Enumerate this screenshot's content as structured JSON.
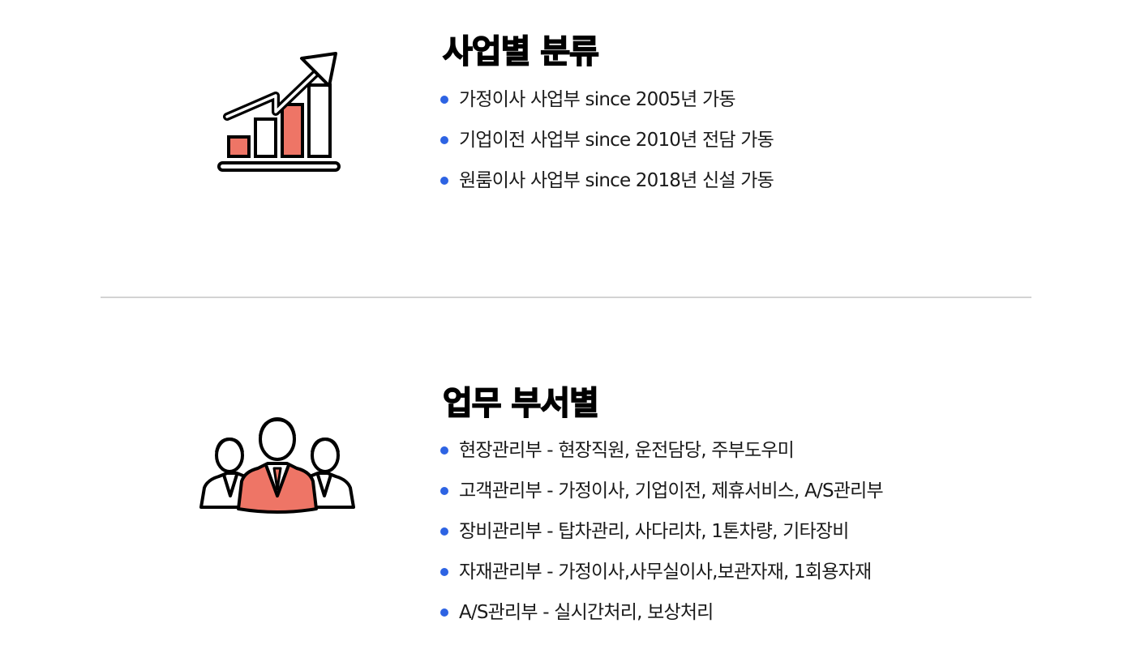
{
  "sections": [
    {
      "title": "사업별 분류",
      "icon": "growth-chart-icon",
      "items": [
        "가정이사 사업부 since 2005년 가동",
        "기업이전 사업부 since 2010년 전담 가동",
        "원룸이사 사업부 since 2018년 신설 가동"
      ]
    },
    {
      "title": "업무 부서별",
      "icon": "team-people-icon",
      "items": [
        "현장관리부 - 현장직원, 운전담당, 주부도우미",
        "고객관리부 - 가정이사, 기업이전, 제휴서비스, A/S관리부",
        "장비관리부 - 탑차관리, 사다리차, 1톤차량, 기타장비",
        "자재관리부 - 가정이사,사무실이사,보관자재, 1회용자재",
        "A/S관리부 - 실시간처리, 보상처리"
      ]
    }
  ],
  "colors": {
    "accent_fill": "#ee7566",
    "bullet": "#2d63e3",
    "divider": "#d3d3d3",
    "outline": "#000000"
  }
}
